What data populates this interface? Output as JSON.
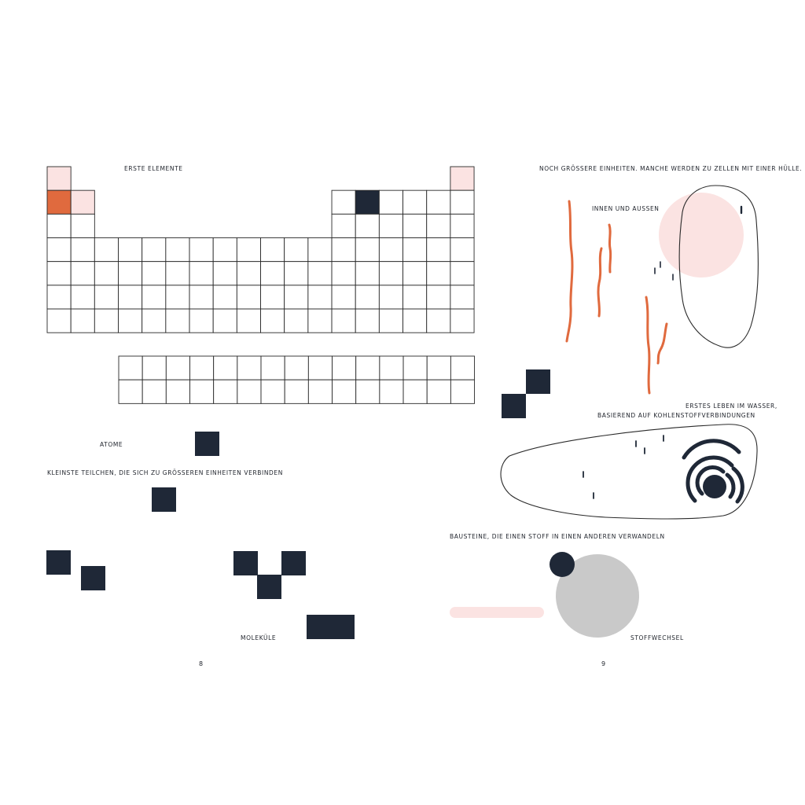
{
  "left_page": {
    "heading_first_elements": "Erste Elemente",
    "label_atoms": "Atome",
    "caption_smallest_particles": "Kleinste Teilchen, die sich zu grösseren Einheiten verbinden",
    "label_molecules": "Moleküle",
    "page_number": "8"
  },
  "right_page": {
    "caption_larger_units": "Noch grössere Einheiten. Manche werden zu Zellen mit einer Hülle.",
    "label_inside_outside": "Innen und aussen",
    "caption_first_life_line1": "Erstes Leben im Wasser,",
    "caption_first_life_line2": "basierend auf Kohlenstoffverbindungen",
    "caption_building_blocks": "Bausteine, die einen Stoff in einen anderen verwandeln",
    "label_metabolism": "Stoffwechsel",
    "page_number": "9"
  },
  "colors": {
    "navy": "#1f2837",
    "orange": "#e06a3e",
    "pink": "#fbe3e2",
    "grey": "#c9c9c9",
    "line": "#2a2a2a"
  }
}
